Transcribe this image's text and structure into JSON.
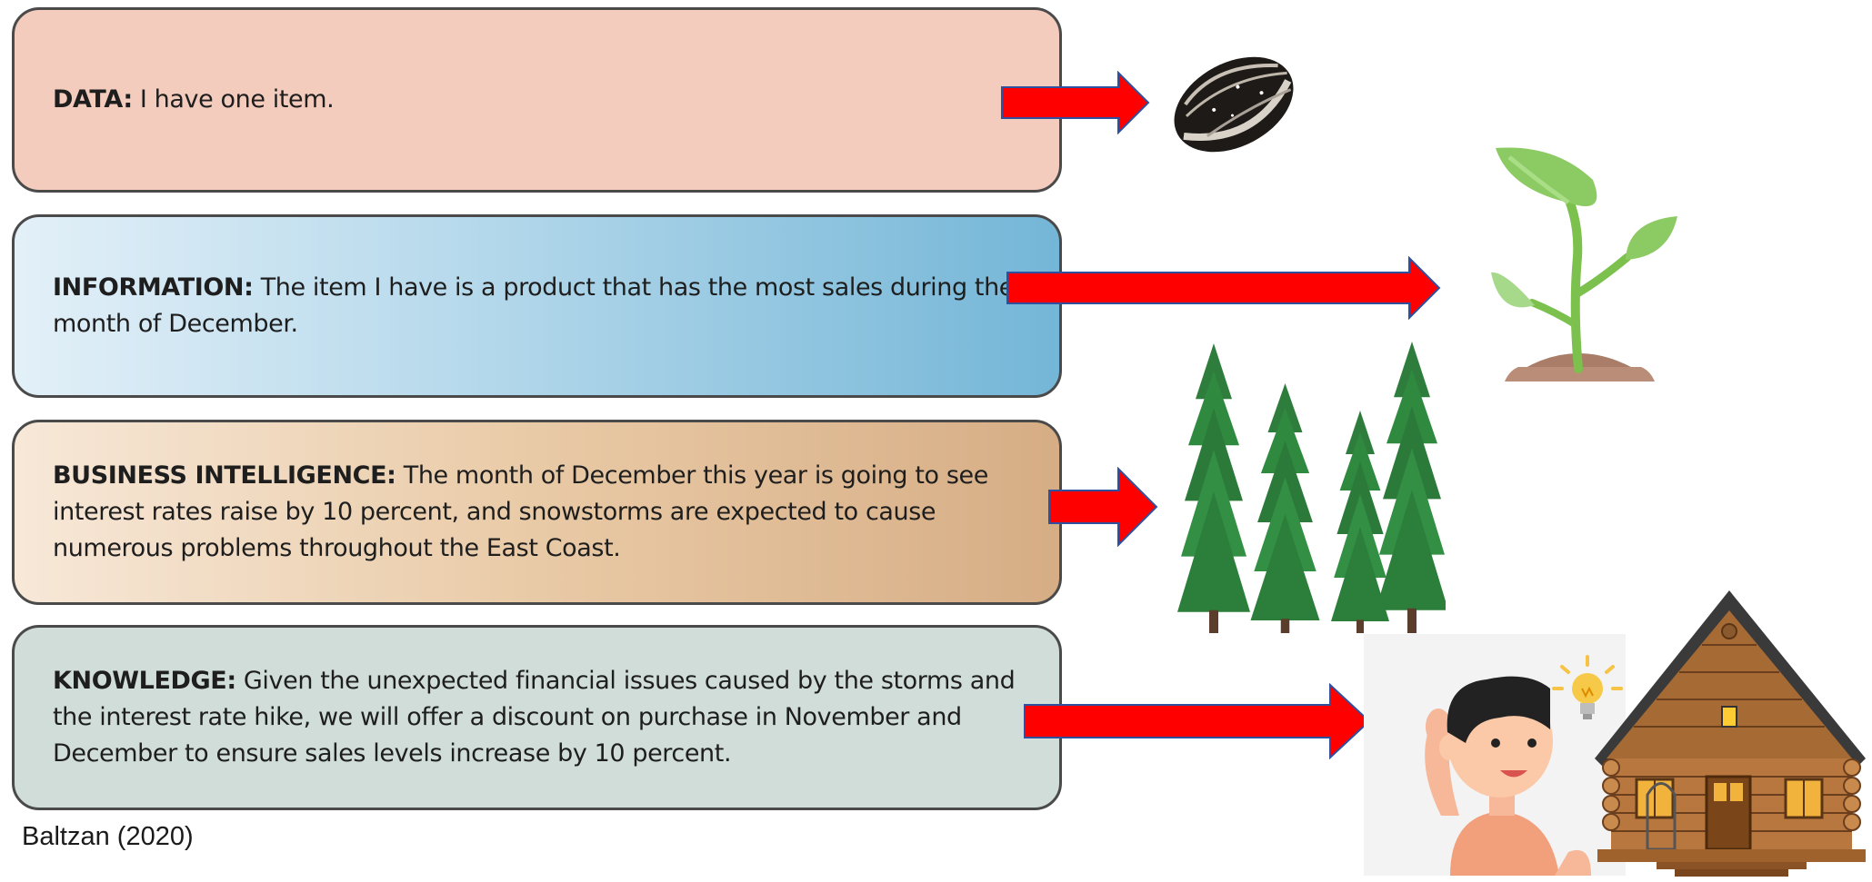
{
  "stages": [
    {
      "label": "DATA:",
      "text": "I have one item."
    },
    {
      "label": "INFORMATION:",
      "text": "The item I have is a product that has the most sales during the month of December."
    },
    {
      "label": "BUSINESS INTELLIGENCE:",
      "text": "The month of December this year is going to see interest rates raise by 10 percent, and snowstorms are expected to cause numerous problems throughout the East Coast."
    },
    {
      "label": "KNOWLEDGE:",
      "text": "Given the unexpected financial issues caused by the storms and the interest rate hike, we will offer a discount on purchase in November and December to ensure sales levels increase by 10 percent."
    }
  ],
  "caption": "Baltzan (2020)",
  "colors": {
    "arrow_fill": "#ff0000",
    "arrow_stroke": "#2f4f9f",
    "data_box": "#f4ccbd",
    "information_box": "#74b6d7",
    "business_intelligence_box": "#d6ad85",
    "knowledge_box": "#d0ddd8"
  },
  "icons": [
    "seed-icon",
    "sprout-icon",
    "pine-trees-icon",
    "thinking-person-icon",
    "lightbulb-icon",
    "log-cabin-icon"
  ]
}
